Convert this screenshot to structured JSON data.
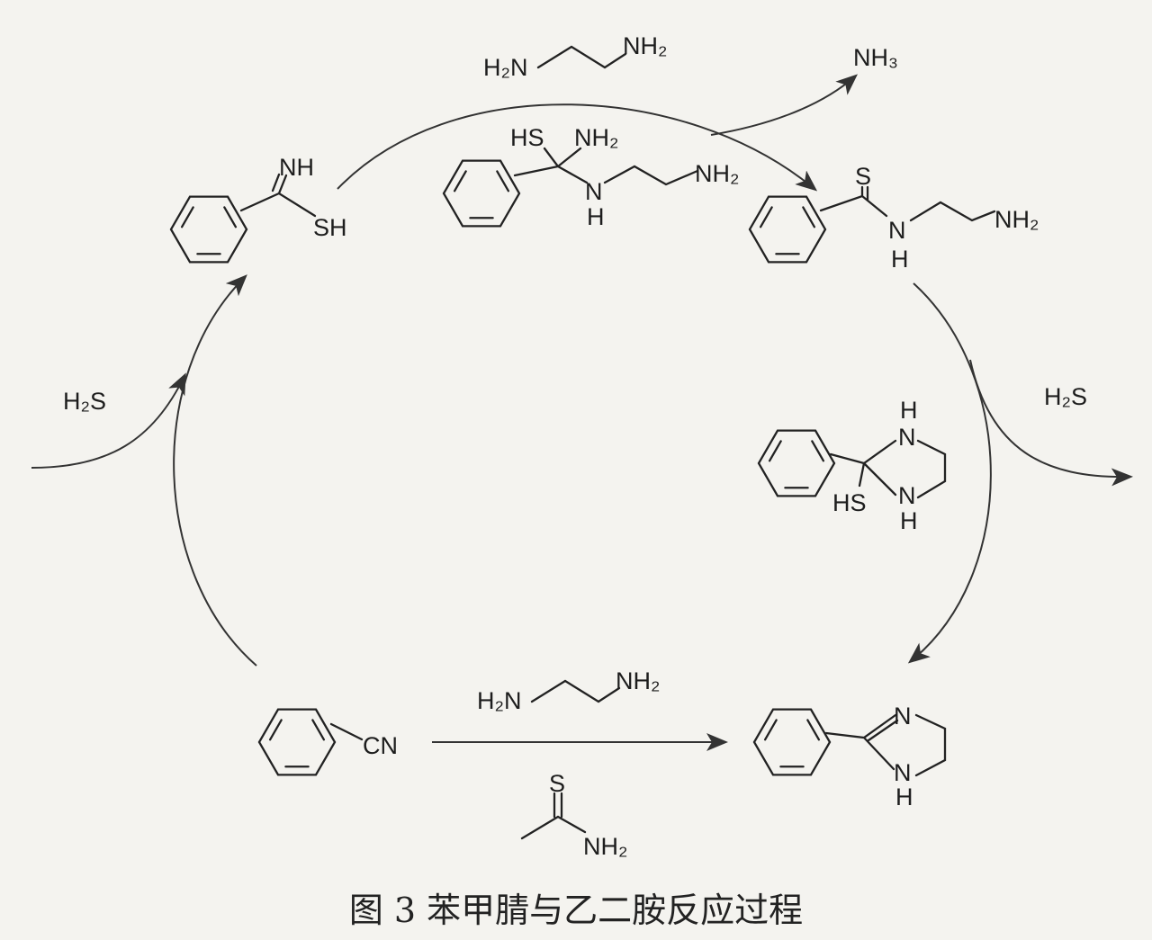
{
  "figure": {
    "caption": "图 3 苯甲腈与乙二胺反应过程",
    "reagents": {
      "ethylenediamine_top": {
        "left": "H₂N",
        "right": "NH₂"
      },
      "ethylenediamine_bottom": {
        "left": "H₂N",
        "right": "NH₂"
      },
      "ammonia": "NH₃",
      "h2s_in": "H₂S",
      "h2s_out": "H₂S",
      "thioacetamide": {
        "s": "S",
        "nh2": "NH₂"
      }
    },
    "molecules": {
      "thioimidic_acid": {
        "nh": "NH",
        "sh": "SH"
      },
      "adduct": {
        "hs": "HS",
        "nh2": "NH₂",
        "n": "N",
        "h": "H",
        "nh2_end": "NH₂"
      },
      "thioamide": {
        "s": "S",
        "n": "N",
        "h": "H",
        "nh2": "NH₂"
      },
      "imidazolidine": {
        "nh_top": "H",
        "n_top": "N",
        "hs": "HS",
        "n_bottom": "N",
        "h_bottom": "H"
      },
      "benzonitrile": {
        "cn": "CN"
      },
      "imidazoline": {
        "n": "N",
        "n_bottom": "N",
        "h": "H"
      }
    }
  }
}
